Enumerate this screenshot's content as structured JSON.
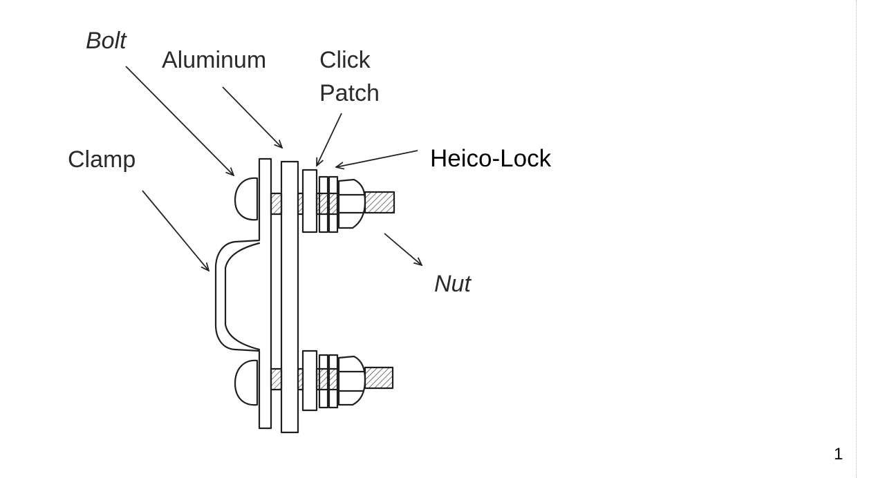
{
  "labels": {
    "bolt": "Bolt",
    "aluminum": "Aluminum",
    "click": "Click",
    "patch": "Patch",
    "heico_lock": "Heico-Lock",
    "clamp": "Clamp",
    "nut": "Nut"
  },
  "page_number": "1",
  "colors": {
    "ink": "#1c1c1c",
    "hatch": "#333333",
    "paper": "#ffffff"
  }
}
